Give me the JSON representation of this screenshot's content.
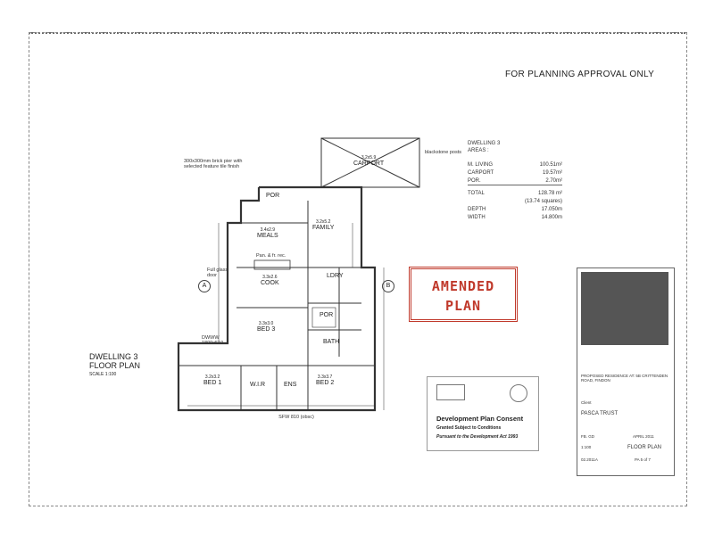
{
  "header": {
    "approval": "FOR PLANNING APPROVAL ONLY"
  },
  "areas": {
    "title": "DWELLING 3",
    "subtitle": "AREAS :",
    "rows": [
      {
        "label": "M. LIVING",
        "value": "100.51m²"
      },
      {
        "label": "CARPORT",
        "value": "19.57m²"
      },
      {
        "label": "POR.",
        "value": "2.70m²"
      },
      {
        "label": "TOTAL",
        "value": "128.78 m²"
      },
      {
        "label": "",
        "value": "(13.74 squares)"
      },
      {
        "label": "DEPTH",
        "value": "17.050m"
      },
      {
        "label": "WIDTH",
        "value": "14.800m"
      }
    ]
  },
  "stamp_amended": {
    "line1": "AMENDED",
    "line2": "PLAN"
  },
  "dwelling": {
    "title1": "DWELLING 3",
    "title2": "FLOOR PLAN",
    "scale": "SCALE 1:100"
  },
  "consent": {
    "title": "Development Plan Consent",
    "line1": "Granted Subject to Conditions",
    "line2": "Pursuant to the Development Act 1993"
  },
  "rooms": {
    "carport": {
      "name": "CARPORT",
      "dim": "3.2x5.9"
    },
    "por_top": {
      "name": "POR"
    },
    "meals": {
      "name": "MEALS",
      "dim": "3.4x2.9"
    },
    "family": {
      "name": "FAMILY",
      "dim": "3.2x5.2"
    },
    "cook": {
      "name": "COOK",
      "dim": "3.3x2.6"
    },
    "ldry": {
      "name": "LDRY"
    },
    "bed3": {
      "name": "BED 3",
      "dim": "3.3x3.0"
    },
    "por_mid": {
      "name": "POR"
    },
    "bath": {
      "name": "BATH"
    },
    "bed1": {
      "name": "BED 1",
      "dim": "3.2x3.2"
    },
    "wir": {
      "name": "W.I.R",
      "dim": ""
    },
    "ens": {
      "name": "ENS"
    },
    "bed2": {
      "name": "BED 2",
      "dim": "3.3x3.7"
    }
  },
  "grid": {
    "a": "A",
    "b": "B"
  },
  "notes": {
    "brick_pier": "300x300mm brick pier with selected feature tile finish",
    "blackstone": "blackstone posts",
    "full_glass": "Full glass door",
    "pantry": "Pan. & fr. rec.",
    "window": "DWWW 1800x510",
    "sfw": "SFW 810 (obsc)"
  },
  "title_block": {
    "client_label": "Client",
    "client": "PASCA TRUST",
    "project": "PROPOSED RESIDENCE AT: 5B CRITTENDEN ROAD, FINDON",
    "drawn": "FB. GD",
    "date": "APRIL 2011",
    "scale": "1:100",
    "sheet_title": "FLOOR PLAN",
    "job": "02.2011A",
    "page": "PA 5 of 7"
  },
  "colors": {
    "stamp": "#c0392b",
    "line": "#333333"
  }
}
